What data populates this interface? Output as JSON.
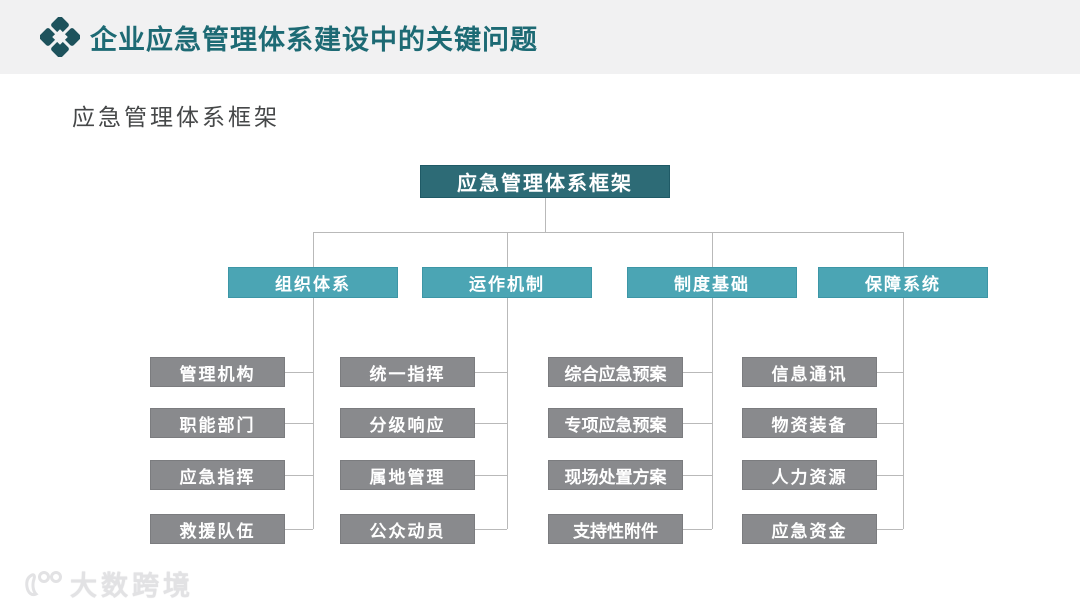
{
  "slide": {
    "title": "企业应急管理体系建设中的关键问题",
    "subtitle": "应急管理体系框架"
  },
  "diagram": {
    "type": "org-chart",
    "root": "应急管理体系框架",
    "branches": [
      {
        "label": "组织体系",
        "children": [
          "管理机构",
          "职能部门",
          "应急指挥",
          "救援队伍"
        ]
      },
      {
        "label": "运作机制",
        "children": [
          "统一指挥",
          "分级响应",
          "属地管理",
          "公众动员"
        ]
      },
      {
        "label": "制度基础",
        "children": [
          "综合应急预案",
          "专项应急预案",
          "现场处置方案",
          "支持性附件"
        ]
      },
      {
        "label": "保障系统",
        "children": [
          "信息通讯",
          "物资装备",
          "人力资源",
          "应急资金"
        ]
      }
    ]
  },
  "watermark": {
    "text": "大数跨境"
  },
  "colors": {
    "header_band": "#f1f1f2",
    "title_teal": "#1d6a74",
    "root_node": "#2d6b76",
    "branch_node": "#4ba5b4",
    "leaf_node": "#898a8d",
    "connector_line": "#b9b9b9",
    "subtitle_text": "#454748",
    "watermark_gray": "#e2e2e4"
  }
}
